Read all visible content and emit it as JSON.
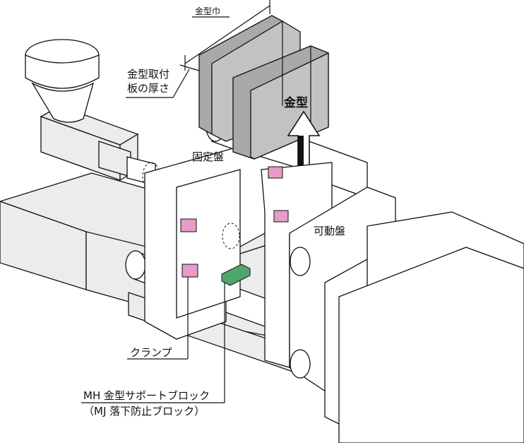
{
  "labels": {
    "mold_width": "金型巾",
    "plate_thickness_line1": "金型取付",
    "plate_thickness_line2": "板の厚さ",
    "mold": "金型",
    "fixed_platen": "固定盤",
    "movable_platen": "可動盤",
    "clamp": "クランプ",
    "support_block_line1": "MH 金型サポートブロック",
    "support_block_line2": "（MJ 落下防止ブロック）"
  },
  "colors": {
    "mold": "#a9a9a9",
    "clamp": "#e79bc6",
    "support_block": "#4fa66c",
    "machine_body": "#ececec"
  }
}
